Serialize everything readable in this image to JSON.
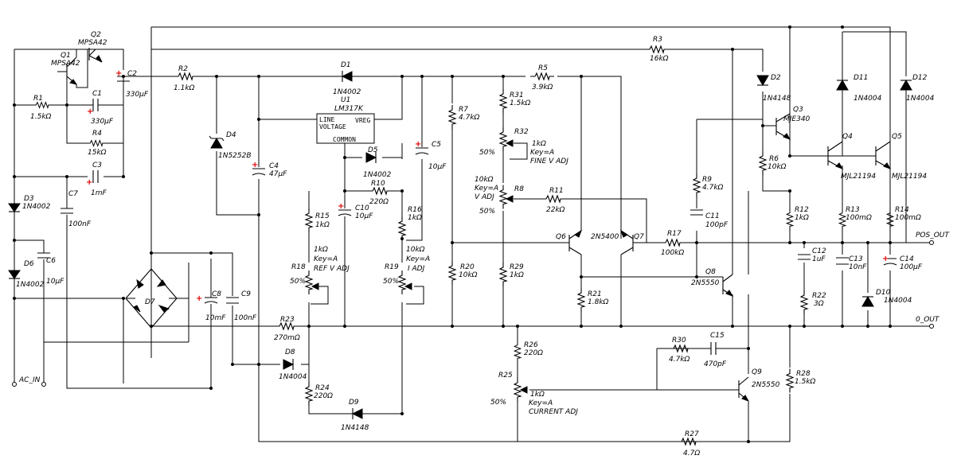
{
  "labels": {
    "Q1": "Q1",
    "Q1v": "MPSA42",
    "Q2": "Q2",
    "Q2v": "MPSA42",
    "C2": "C2",
    "C2v": "330µF",
    "R1": "R1",
    "R1v": "1.5kΩ",
    "C1": "C1",
    "C1v": "330µF",
    "R4": "R4",
    "R4v": "15kΩ",
    "C3": "C3",
    "C3v": "1mF",
    "D3": "D3",
    "D3v": "1N4002",
    "C7": "C7",
    "C7v": "100nF",
    "D6": "D6",
    "D6v": "1N4002",
    "C6": "C6",
    "C6v": "10µF",
    "ACIN": "AC_IN",
    "R2": "R2",
    "R2v": "1.1kΩ",
    "D4": "D4",
    "D4v": "1N5252B",
    "C4": "C4",
    "C4v": "47µF",
    "D1": "D1",
    "D1v": "1N4002",
    "U1": "U1",
    "U1v": "LM317K",
    "LINE": "LINE",
    "VOLTAGE": "VOLTAGE",
    "VREG": "VREG",
    "COMMON": "COMMON",
    "D5": "D5",
    "D5v": "1N4002",
    "C5": "C5",
    "C5v": "10µF",
    "R10": "R10",
    "R10v": "220Ω",
    "C10": "C10",
    "C10v": "10µF",
    "R15": "R15",
    "R15v": "1kΩ",
    "R16": "R16",
    "R16v": "1kΩ",
    "R18": "R18",
    "R18v": "1kΩ",
    "R18k": "Key=A",
    "R18p": "50%",
    "R18n": "REF V ADJ",
    "R19": "R19",
    "R19v": "10kΩ",
    "R19k": "Key=A",
    "R19p": "50%",
    "R19n": "I ADJ",
    "D7": "D7",
    "C8": "C8",
    "C8v": "10mF",
    "C9": "C9",
    "C9v": "100nF",
    "R23": "R23",
    "R23v": "270mΩ",
    "D8": "D8",
    "D8v": "1N4004",
    "R24": "R24",
    "R24v": "220Ω",
    "D9": "D9",
    "D9v": "1N4148",
    "R7": "R7",
    "R7v": "4.7kΩ",
    "R20": "R20",
    "R20v": "10kΩ",
    "R5": "R5",
    "R5v": "3.9kΩ",
    "R31": "R31",
    "R31v": "1.5kΩ",
    "R32": "R32",
    "R32v": "1kΩ",
    "R32k": "Key=A",
    "R32p": "50%",
    "R32n": "FINE V ADJ",
    "R8": "R8",
    "R8v": "10kΩ",
    "R8k": "Key=A",
    "R8n": "V ADJ",
    "R8p": "50%",
    "R11": "R11",
    "R11v": "22kΩ",
    "R29": "R29",
    "R29v": "1kΩ",
    "Q6": "Q6",
    "Q7": "Q7",
    "Q67v": "2N5400",
    "R21": "R21",
    "R21v": "1.8kΩ",
    "R17": "R17",
    "R17v": "100kΩ",
    "R26": "R26",
    "R26v": "220Ω",
    "R25": "R25",
    "R25v": "1kΩ",
    "R25k": "Key=A",
    "R25p": "50%",
    "R25n": "CURRENT ADJ",
    "R3": "R3",
    "R3v": "16kΩ",
    "R9": "R9",
    "R9v": "4.7kΩ",
    "C11": "C11",
    "C11v": "100pF",
    "Q8": "Q8",
    "Q8v": "2N5550",
    "R30": "R30",
    "R30v": "4.7kΩ",
    "C15": "C15",
    "C15v": "470pF",
    "Q9": "Q9",
    "Q9v": "2N5550",
    "R27": "R27",
    "R27v": "4.7Ω",
    "R28": "R28",
    "R28v": "1.5kΩ",
    "D2": "D2",
    "D2v": "1N4148",
    "Q3": "Q3",
    "Q3v": "MJE340",
    "R6": "R6",
    "R6v": "10kΩ",
    "R12": "R12",
    "R12v": "1kΩ",
    "C12": "C12",
    "C12v": "1uF",
    "R22": "R22",
    "R22v": "3Ω",
    "D11": "D11",
    "D11v": "1N4004",
    "D12": "D12",
    "D12v": "1N4004",
    "Q4": "Q4",
    "Q4v": "MJL21194",
    "Q5": "Q5",
    "Q5v": "MJL21194",
    "R13": "R13",
    "R13v": "100mΩ",
    "R14": "R14",
    "R14v": "100mΩ",
    "C13": "C13",
    "C13v": "10nF",
    "C14": "C14",
    "C14v": "100µF",
    "D10": "D10",
    "D10v": "1N4004",
    "POSOUT": "POS_OUT",
    "OOUT": "0_OUT",
    "plus": "+"
  }
}
